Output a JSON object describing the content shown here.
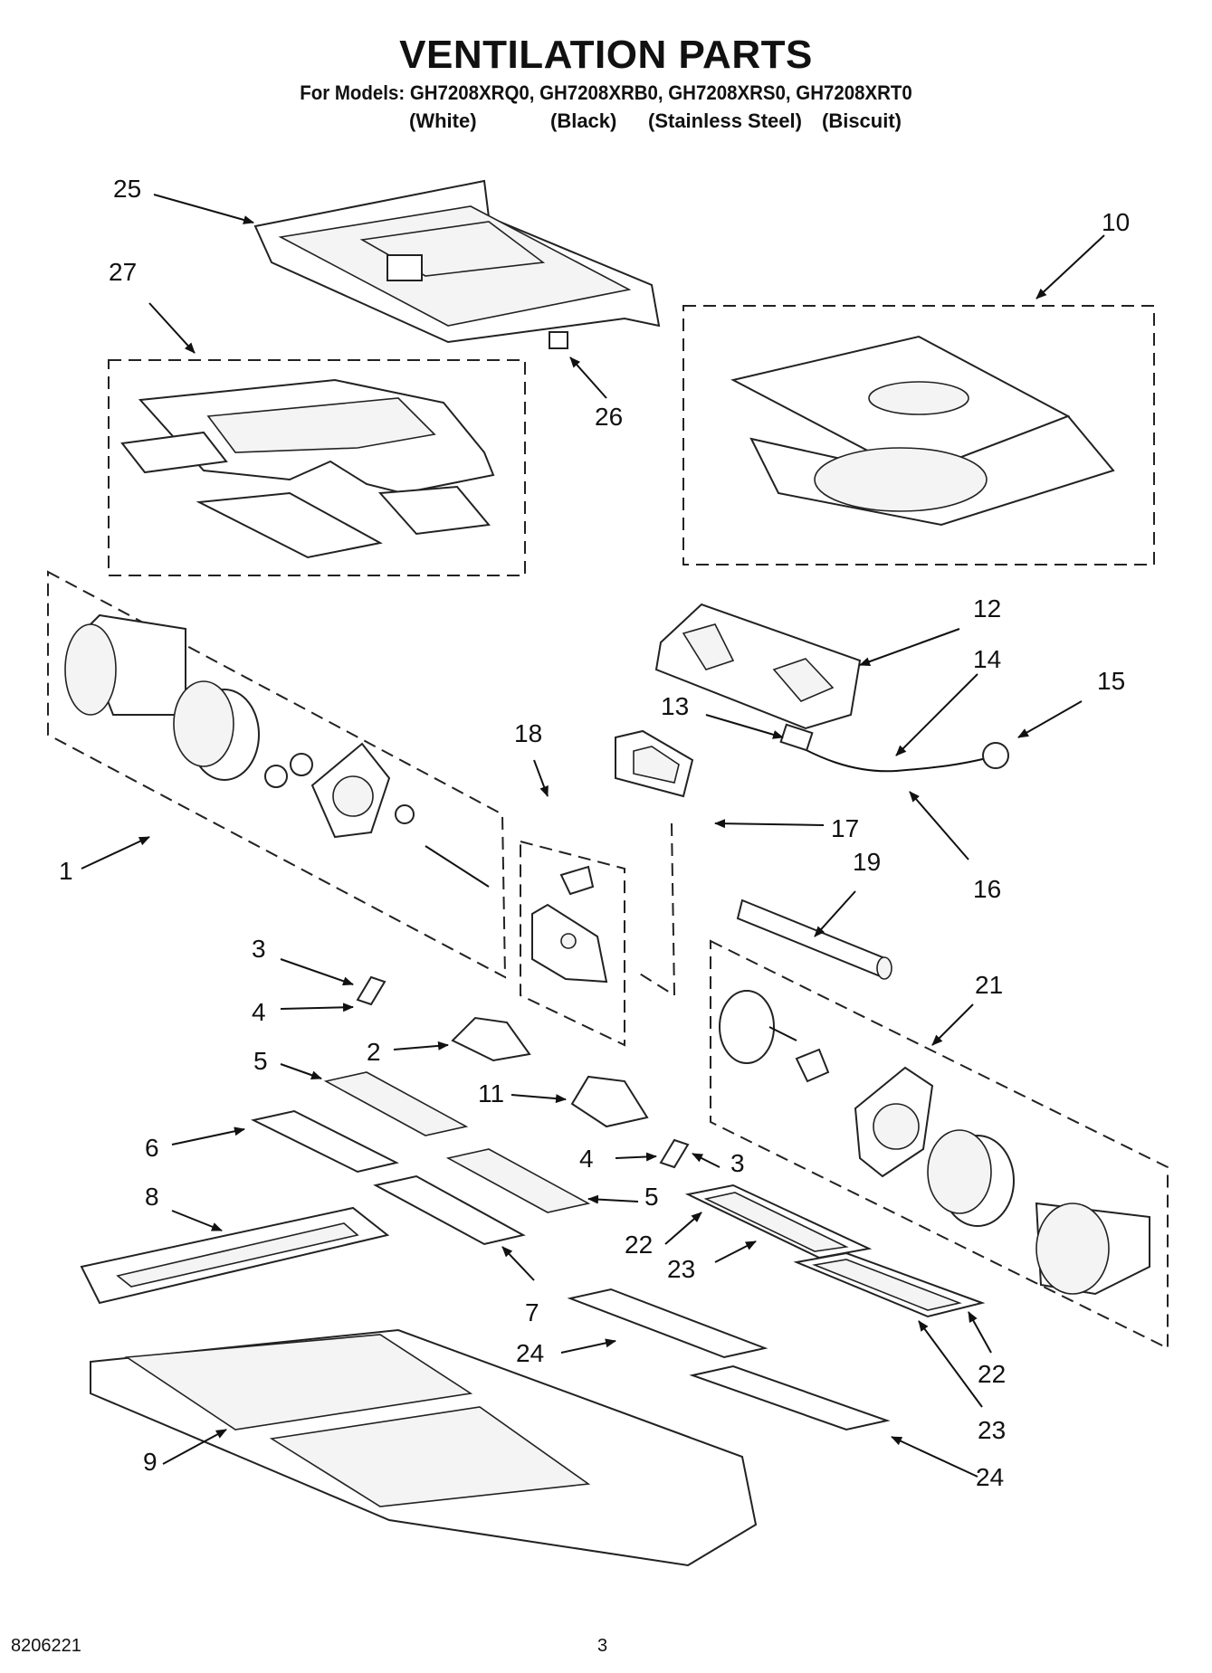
{
  "header": {
    "title": "VENTILATION PARTS",
    "models": "For Models: GH7208XRQ0, GH7208XRB0, GH7208XRS0, GH7208XRT0",
    "variants": [
      "(White)",
      "(Black)",
      "(Stainless Steel)",
      "(Biscuit)"
    ]
  },
  "footer": {
    "doc_number": "8206221",
    "page_number": "3"
  },
  "callouts": {
    "c1": "1",
    "c2": "2",
    "c3a": "3",
    "c3b": "3",
    "c4a": "4",
    "c4b": "4",
    "c5a": "5",
    "c5b": "5",
    "c6": "6",
    "c7": "7",
    "c8": "8",
    "c9": "9",
    "c10": "10",
    "c11": "11",
    "c12": "12",
    "c13": "13",
    "c14": "14",
    "c15": "15",
    "c16": "16",
    "c17": "17",
    "c18": "18",
    "c19": "19",
    "c21": "21",
    "c22a": "22",
    "c22b": "22",
    "c23a": "23",
    "c23b": "23",
    "c24a": "24",
    "c24b": "24",
    "c25": "25",
    "c26": "26",
    "c27": "27"
  }
}
